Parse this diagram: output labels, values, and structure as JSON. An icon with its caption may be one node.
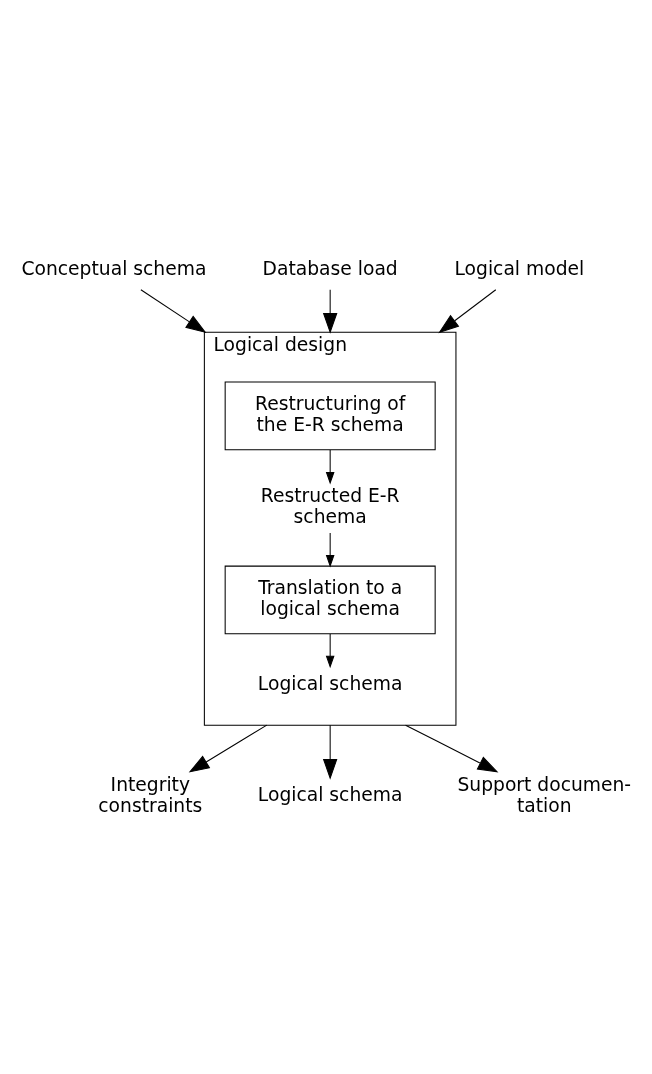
{
  "diagram": {
    "nodes": [
      {
        "text": [
          "Conceptual schema"
        ]
      },
      {
        "text": [
          "Database load"
        ]
      },
      {
        "text": [
          "Logical model"
        ]
      },
      {
        "text": [
          "Logical design"
        ]
      },
      {
        "text": [
          "Restructuring of the E-R schema"
        ],
        "in": 3
      },
      {
        "text": [
          "Restructed E-R schema"
        ],
        "in": 3
      },
      {
        "text": [
          "Translation to a logical schema"
        ],
        "in": 3
      },
      {
        "text": [
          "Logical schema"
        ],
        "in": 3
      },
      {
        "text": [
          "Integrity constraints"
        ]
      },
      {
        "text": [
          "Logical schema"
        ]
      },
      {
        "text": [
          "Support documen- tation"
        ]
      }
    ],
    "edges": [
      {
        "from": 0,
        "to": 3,
        "arrow": "to"
      },
      {
        "from": 1,
        "to": 3,
        "arrow": "to"
      },
      {
        "from": 2,
        "to": 3,
        "arrow": "to"
      },
      {
        "from": 4,
        "to": 5,
        "arrow": "to"
      },
      {
        "from": 5,
        "to": 6,
        "arrow": "to"
      },
      {
        "from": 6,
        "to": 7,
        "arrow": "to"
      },
      {
        "from": 3,
        "to": 8,
        "arrow": "to"
      },
      {
        "from": 3,
        "to": 9,
        "arrow": "to"
      },
      {
        "from": 3,
        "to": 10,
        "arrow": "to"
      }
    ]
  }
}
